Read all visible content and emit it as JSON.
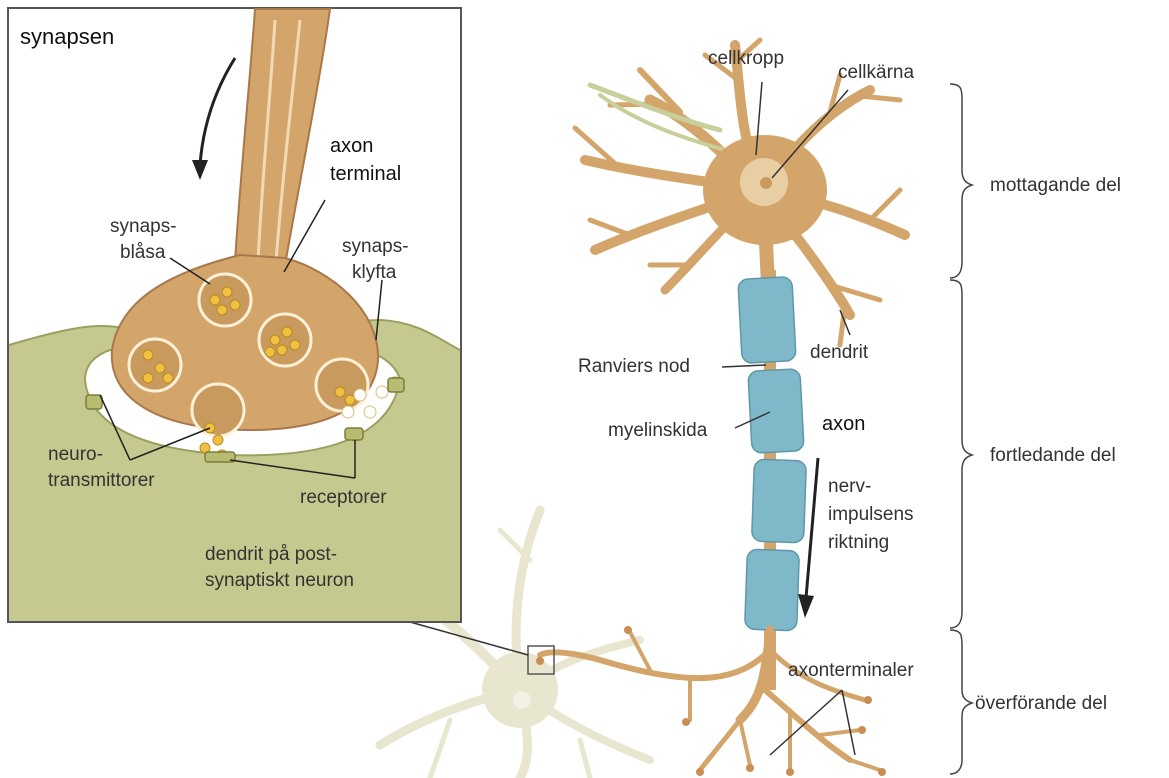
{
  "inset": {
    "title": "synapsen",
    "axon_terminal_1": "axon",
    "axon_terminal_2": "terminal",
    "synaps_blasa_1": "synaps-",
    "synaps_blasa_2": "blåsa",
    "synaps_klyfta_1": "synaps-",
    "synaps_klyfta_2": "klyfta",
    "neurotransmittorer_1": "neuro-",
    "neurotransmittorer_2": "transmittorer",
    "receptorer": "receptorer",
    "dendrit_post_1": "dendrit på post-",
    "dendrit_post_2": "synaptiskt neuron"
  },
  "neuron": {
    "cellkropp": "cellkropp",
    "cellkarna": "cellkärna",
    "dendrit": "dendrit",
    "ranviers_nod": "Ranviers nod",
    "myelinskida": "myelinskida",
    "axon": "axon",
    "nerv_1": "nerv-",
    "nerv_2": "impulsens",
    "nerv_3": "riktning",
    "axonterminaler": "axonterminaler"
  },
  "parts": {
    "mottagande": "mottagande del",
    "fortledande": "fortledande del",
    "overforande": "överförande del"
  },
  "colors": {
    "neuron": "#d4a56a",
    "myelin": "#7fb8c9",
    "postsynaptic": "#c6c98f",
    "vesicle": "#f0c040",
    "faded_neuron": "#e8e6cf"
  }
}
